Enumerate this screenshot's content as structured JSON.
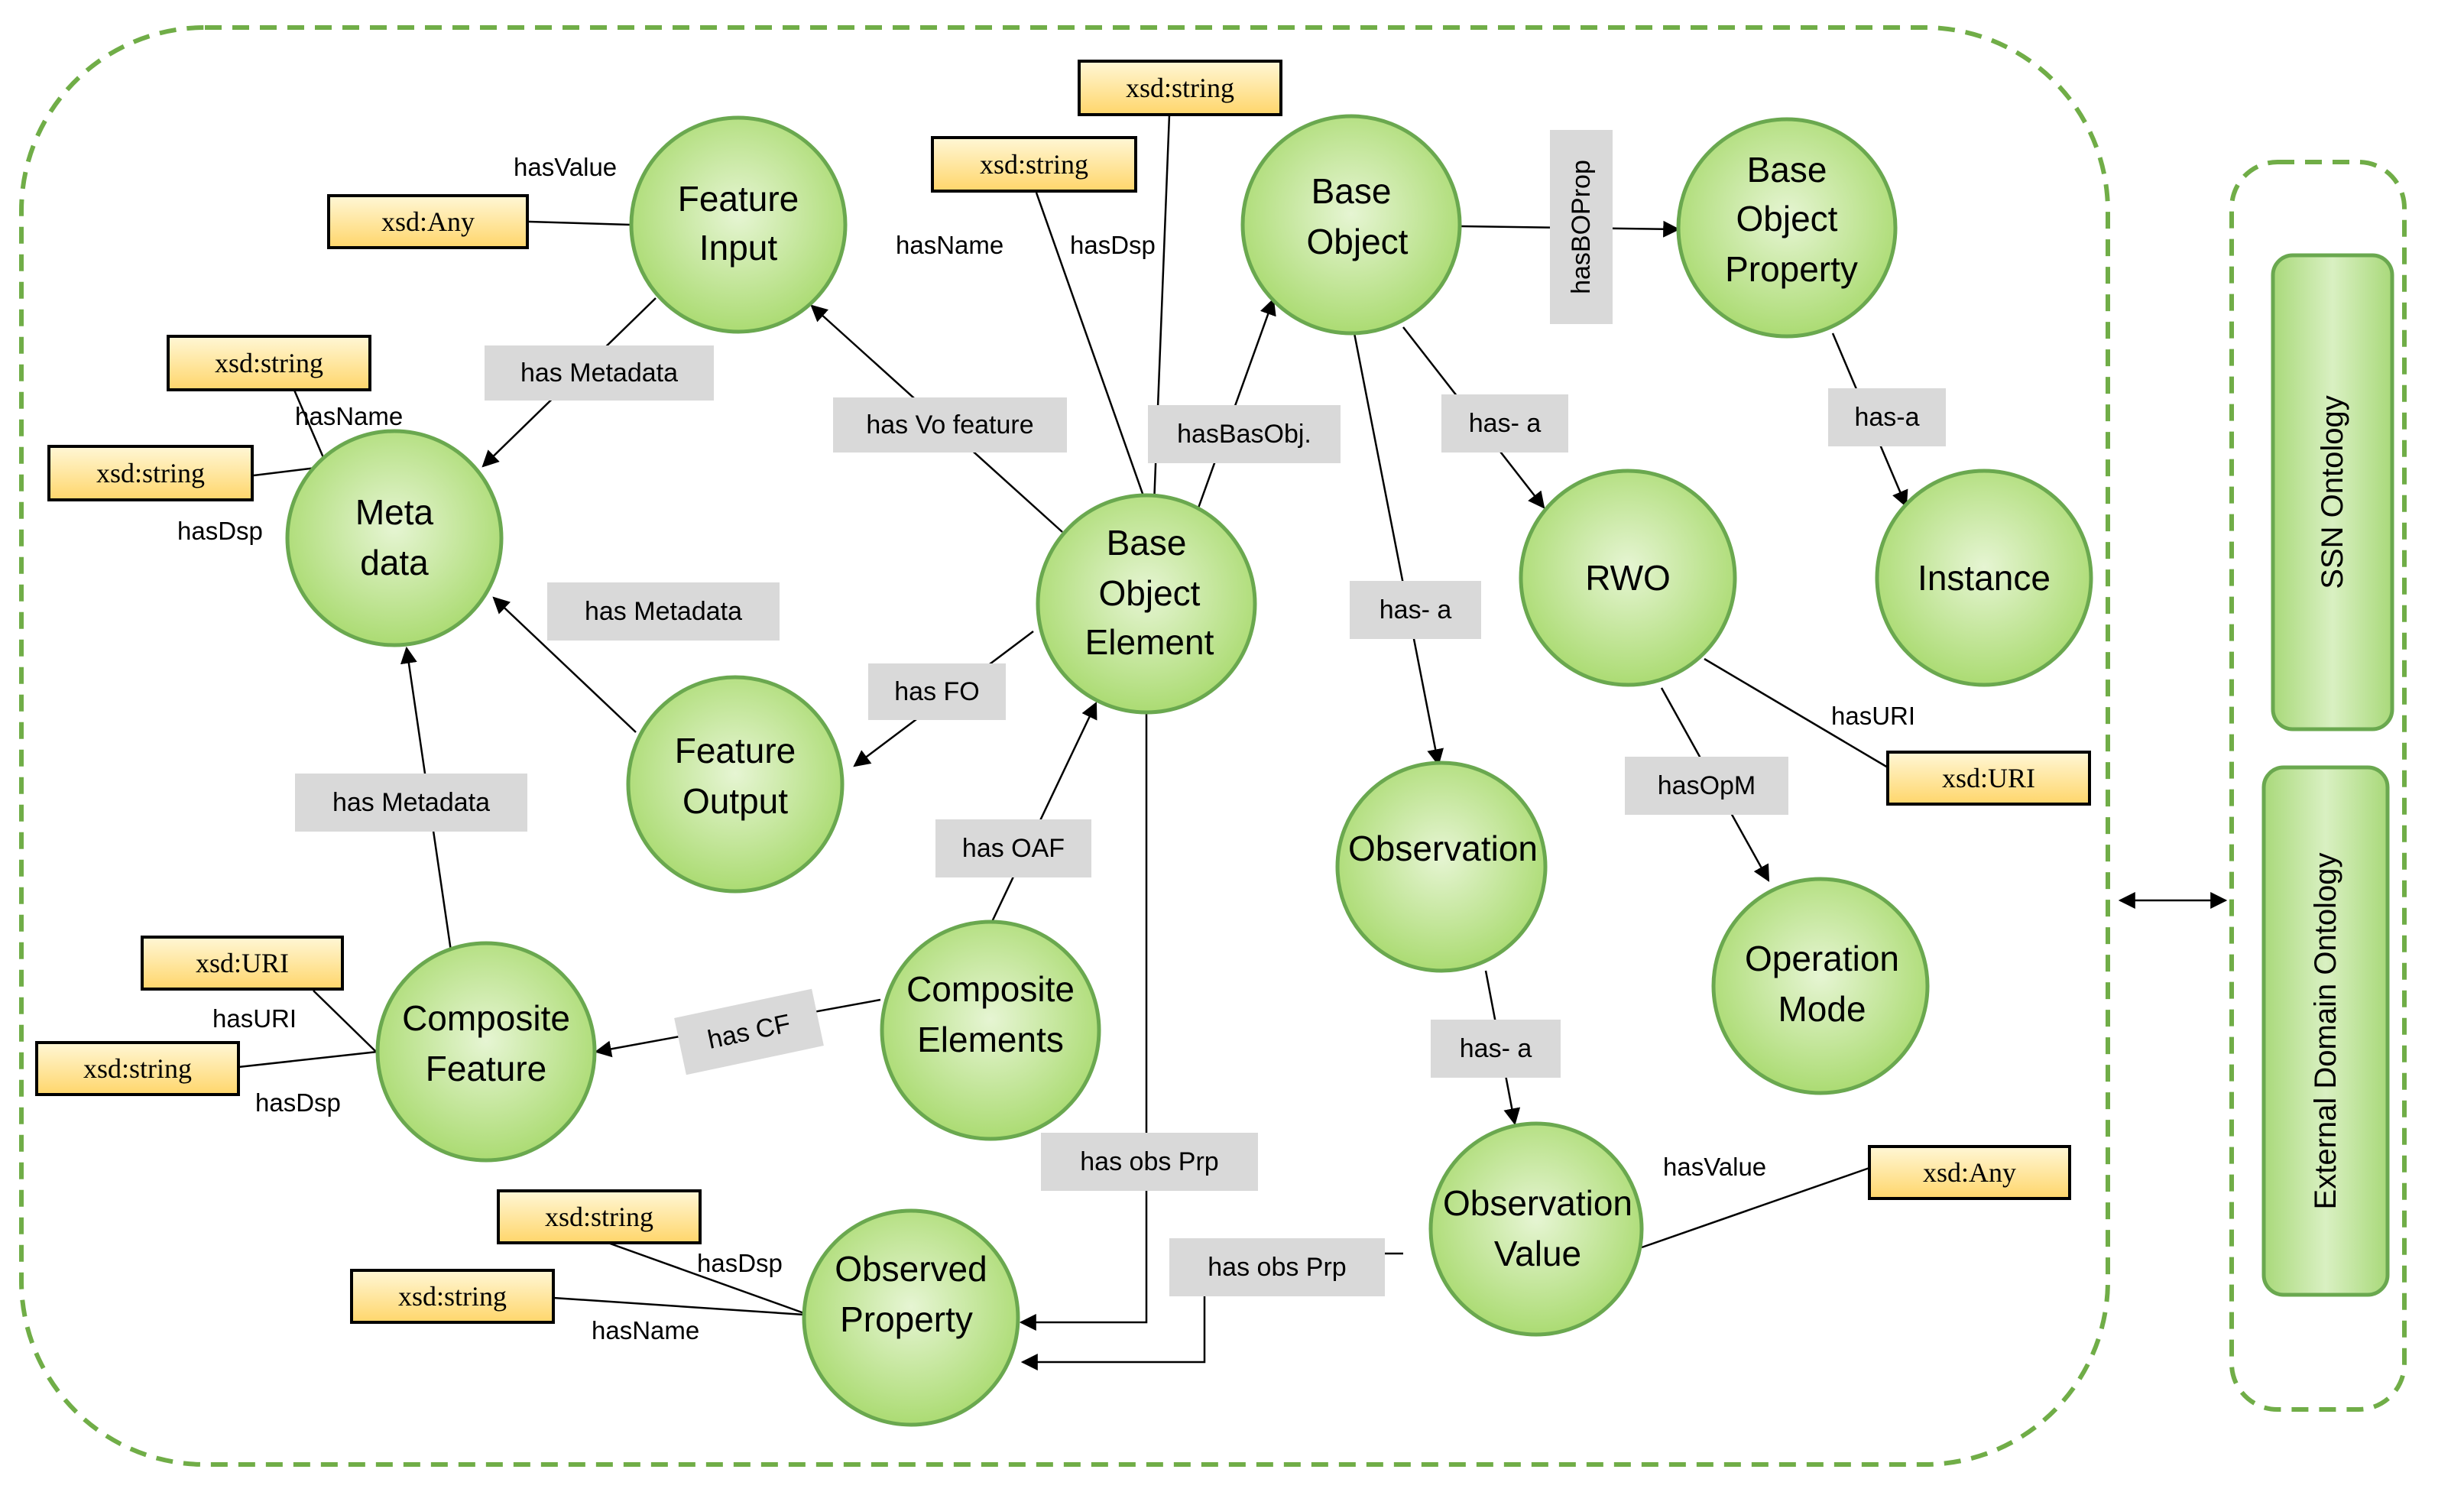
{
  "nodes": {
    "feature_input": [
      "Feature",
      "Input"
    ],
    "base_object": [
      "Base",
      "Object"
    ],
    "base_object_property": [
      "Base",
      "Object",
      "Property"
    ],
    "meta_data": [
      "Meta",
      "data"
    ],
    "base_object_element": [
      "Base",
      "Object",
      "Element"
    ],
    "rwo": [
      "RWO"
    ],
    "instance": [
      "Instance"
    ],
    "feature_output": [
      "Feature",
      "Output"
    ],
    "observation": [
      "Observation"
    ],
    "operation_mode": [
      "Operation",
      "Mode"
    ],
    "composite_feature": [
      "Composite",
      "Feature"
    ],
    "composite_elements": [
      "Composite",
      "Elements"
    ],
    "observation_value": [
      "Observation",
      "Value"
    ],
    "observed_property": [
      "Observed",
      "Property"
    ]
  },
  "labels": {
    "has_metadata_1": "has Metadata",
    "has_vo_feature": "has Vo feature",
    "has_bas_obj": "hasBasObj.",
    "has_bo_prop": "hasBOProp",
    "has_a_rwo": "has- a",
    "has_a_instance": "has-a",
    "has_metadata_2": "has Metadata",
    "has_a_observation": "has- a",
    "has_fo": "has FO",
    "has_op_m": "hasOpM",
    "has_metadata_3": "has Metadata",
    "has_oaf": "has OAF",
    "has_cf": "has CF",
    "has_a_obs_value": "has- a",
    "has_obs_prp_1": "has obs Prp",
    "has_obs_prp_2": "has obs Prp"
  },
  "datatypes": {
    "fi_value": "xsd:Any",
    "md_name": "xsd:string",
    "md_dsp": "xsd:string",
    "boe_name": "xsd:string",
    "boe_dsp": "xsd:string",
    "rwo_uri": "xsd:URI",
    "cf_uri": "xsd:URI",
    "cf_dsp": "xsd:string",
    "ov_value": "xsd:Any",
    "op_dsp": "xsd:string",
    "op_name": "xsd:string"
  },
  "properties": {
    "fi_has_value": "hasValue",
    "md_has_name": "hasName",
    "md_has_dsp": "hasDsp",
    "boe_has_name": "hasName",
    "boe_has_dsp": "hasDsp",
    "rwo_has_uri": "hasURI",
    "cf_has_uri": "hasURI",
    "cf_has_dsp": "hasDsp",
    "ov_has_value": "hasValue",
    "op_has_dsp": "hasDsp",
    "op_has_name": "hasName"
  },
  "side_panels": {
    "ssn": "SSN Ontology",
    "external": "External Domain Ontology"
  }
}
